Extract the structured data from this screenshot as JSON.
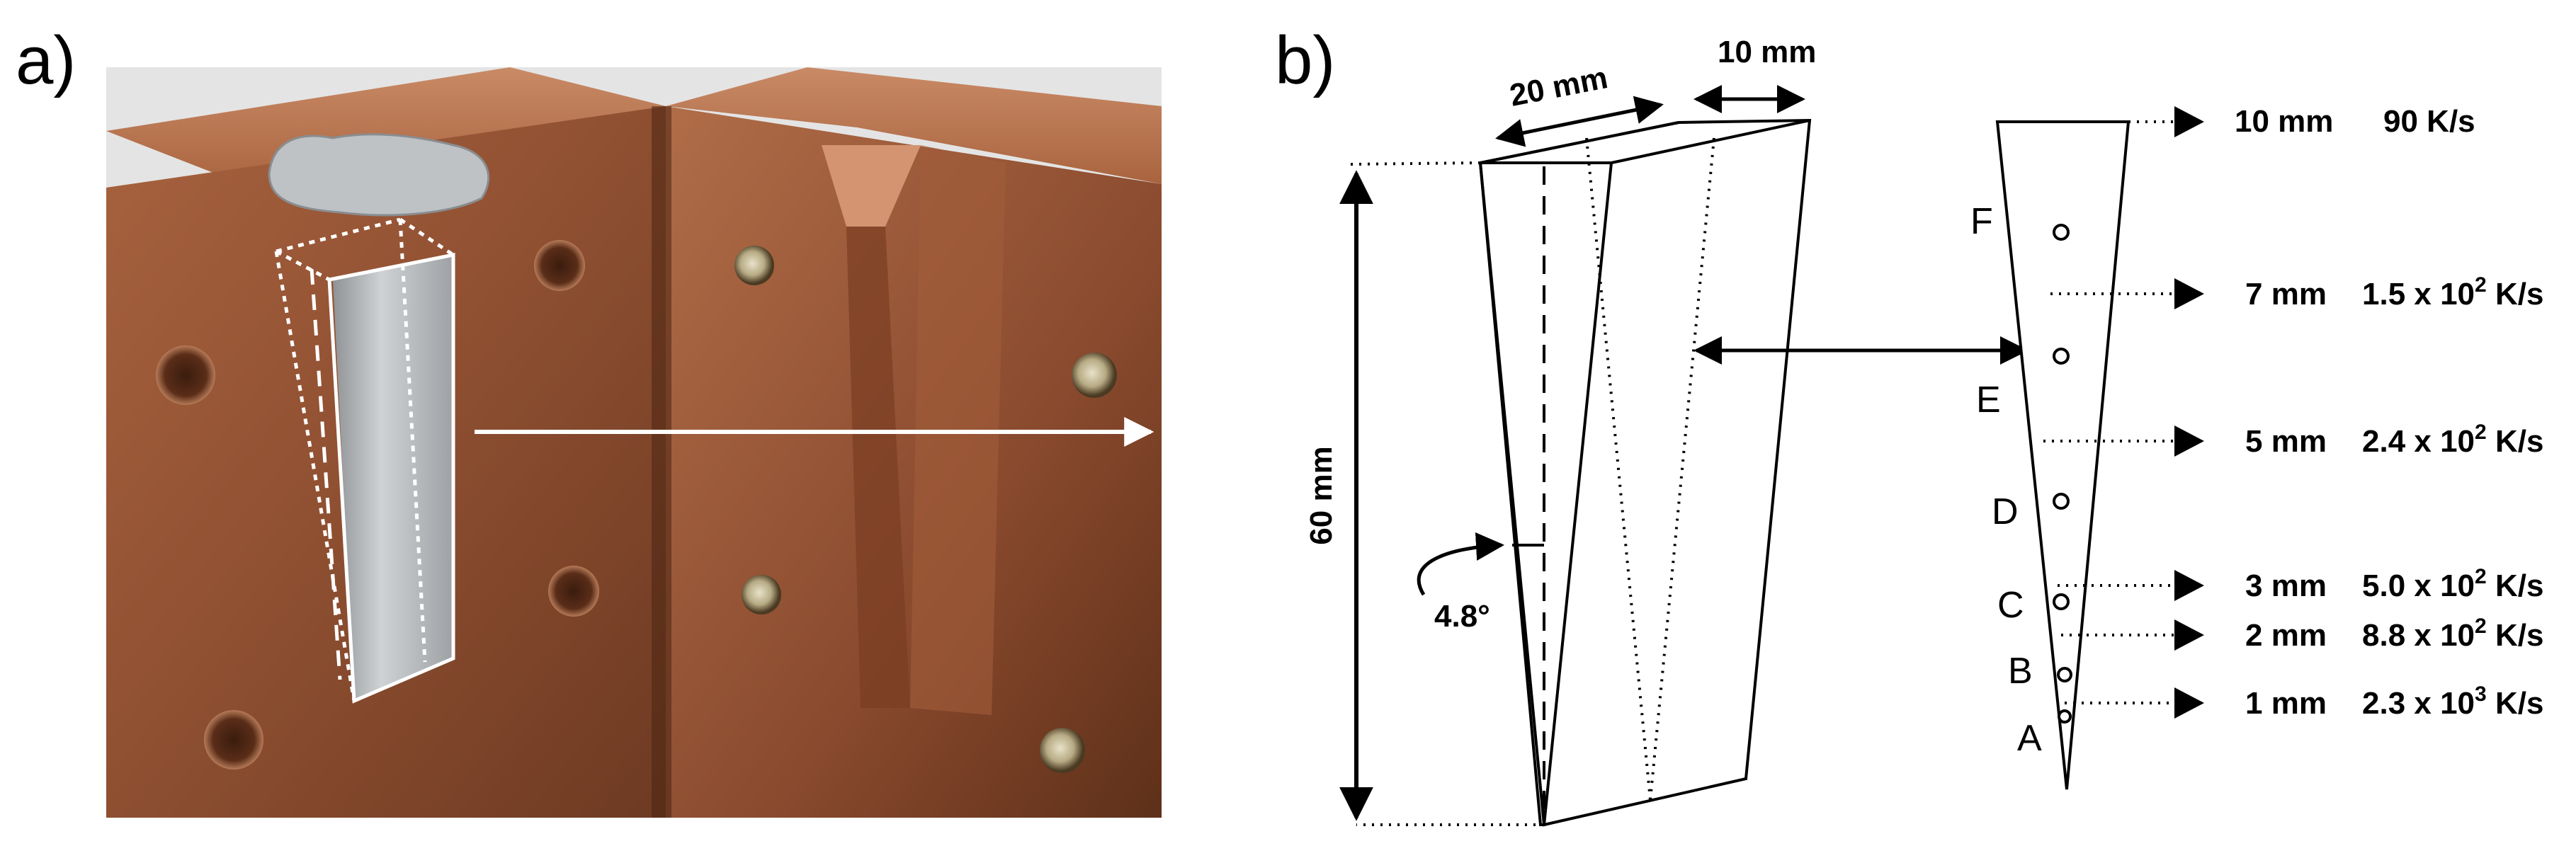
{
  "panels": {
    "a": {
      "label": "a)"
    },
    "b": {
      "label": "b)"
    }
  },
  "dimensions": {
    "width": "20 mm",
    "thickness": "10 mm",
    "height": "60 mm",
    "angle": "4.8°"
  },
  "sections": [
    {
      "thickness": "10 mm",
      "rate": "90 K/s"
    },
    {
      "thickness": "7 mm",
      "rate_base": "1.5 x 10",
      "rate_exp": "2",
      "rate_unit": " K/s"
    },
    {
      "thickness": "5 mm",
      "rate_base": "2.4 x 10",
      "rate_exp": "2",
      "rate_unit": " K/s"
    },
    {
      "thickness": "3 mm",
      "rate_base": "5.0 x 10",
      "rate_exp": "2",
      "rate_unit": " K/s"
    },
    {
      "thickness": "2 mm",
      "rate_base": "8.8 x 10",
      "rate_exp": "2",
      "rate_unit": " K/s"
    },
    {
      "thickness": "1 mm",
      "rate_base": "2.3 x 10",
      "rate_exp": "3",
      "rate_unit": " K/s"
    }
  ],
  "points": [
    "F",
    "E",
    "D",
    "C",
    "B",
    "A"
  ],
  "colors": {
    "copper_dark": "#6e3a22",
    "copper_mid": "#9a5a3a",
    "copper_light": "#c07a55",
    "casting": "#b9bcbf",
    "background": "#e6e6e6"
  }
}
